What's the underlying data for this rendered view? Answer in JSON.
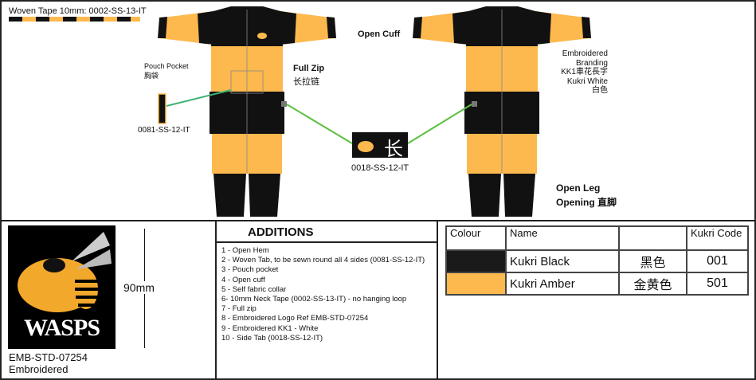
{
  "colors": {
    "amber": "#FDB94E",
    "black": "#1a1a1a",
    "link": "#5abf3f"
  },
  "woven_tape": {
    "label": "Woven Tape 10mm: 0002-SS-13-IT"
  },
  "callouts": {
    "pouch_pocket": {
      "en": "Pouch Pocket",
      "zh": "胸袋",
      "code": "0081-SS-12-IT"
    },
    "full_zip": {
      "en": "Full Zip",
      "zh": "长拉链"
    },
    "open_cuff": {
      "en": "Open Cuff"
    },
    "side_tab": {
      "code": "0018-SS-12-IT",
      "glyph": "长"
    },
    "branding": {
      "line1": "Embroidered",
      "line2": "Branding",
      "line3": "KK1車花長字",
      "line4": "Kukri White",
      "line5": "白色"
    },
    "open_leg": {
      "line1": "Open Leg",
      "line2": "Opening 直脚"
    }
  },
  "logo": {
    "text": "WASPS",
    "dimension": "90mm",
    "ref": "EMB-STD-07254",
    "method": "Embroidered"
  },
  "additions": {
    "title": "ADDITIONS",
    "items": [
      "1 - Open Hem",
      "2 - Woven Tab, to be sewn round all 4 sides (0081-SS-12-IT)",
      "3 - Pouch pocket",
      "4 - Open cuff",
      "5 - Self fabric collar",
      "6- 10mm Neck Tape (0002-SS-13-IT) - no hanging loop",
      "7 - Full zip",
      "8 - Embroidered Logo Ref EMB-STD-07254",
      "9 - Embroidered KK1 - White",
      "10 -  Side Tab (0018-SS-12-IT)"
    ]
  },
  "colour_table": {
    "headers": [
      "Colour",
      "Name",
      "",
      "Kukri Code"
    ],
    "rows": [
      {
        "swatch": "#1a1a1a",
        "name": "Kukri Black",
        "zh": "黑色",
        "code": "001"
      },
      {
        "swatch": "#FDB94E",
        "name": "Kukri Amber",
        "zh": "金黄色",
        "code": "501"
      }
    ]
  }
}
